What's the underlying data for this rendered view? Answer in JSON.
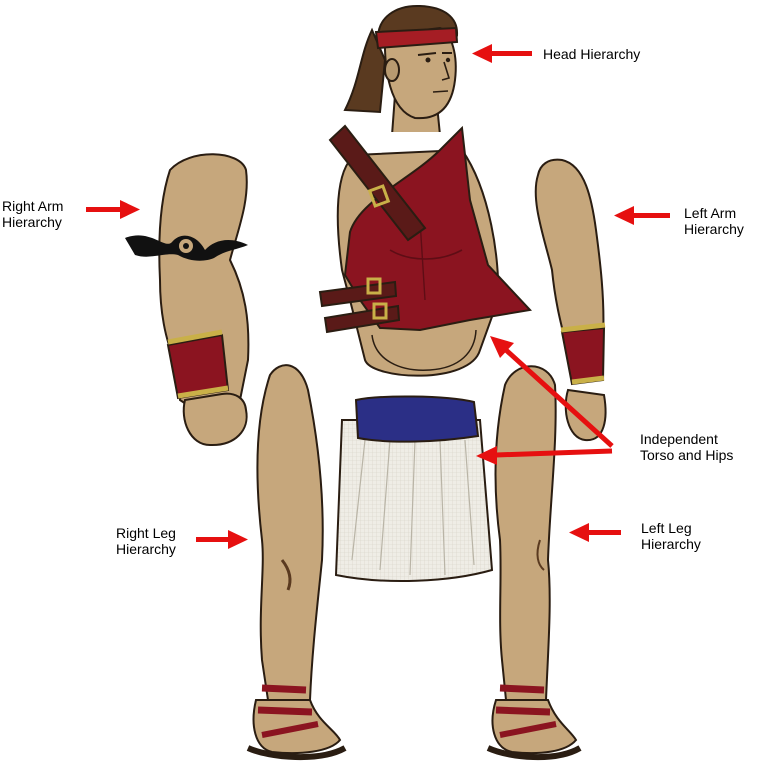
{
  "labels": {
    "head": [
      "Head Hierarchy"
    ],
    "right_arm": [
      "Right Arm",
      "Hierarchy"
    ],
    "left_arm": [
      "Left Arm",
      "Hierarchy"
    ],
    "torso_hips": [
      "Independent",
      "Torso and Hips"
    ],
    "right_leg": [
      "Right Leg",
      "Hierarchy"
    ],
    "left_leg": [
      "Left Leg",
      "Hierarchy"
    ]
  },
  "colors": {
    "arrow": "#e61010",
    "skin": "#c6a77c",
    "skin_shadow": "#a88d66",
    "outline": "#2a1d12",
    "armor": "#8b1420",
    "armor_dark": "#5e0d15",
    "strap": "#5a1a18",
    "belt": "#2b2f86",
    "cloth": "#eeece4",
    "hair": "#5a3a20",
    "headband": "#a51d24",
    "gold": "#c9b048",
    "tattoo": "#111111"
  }
}
